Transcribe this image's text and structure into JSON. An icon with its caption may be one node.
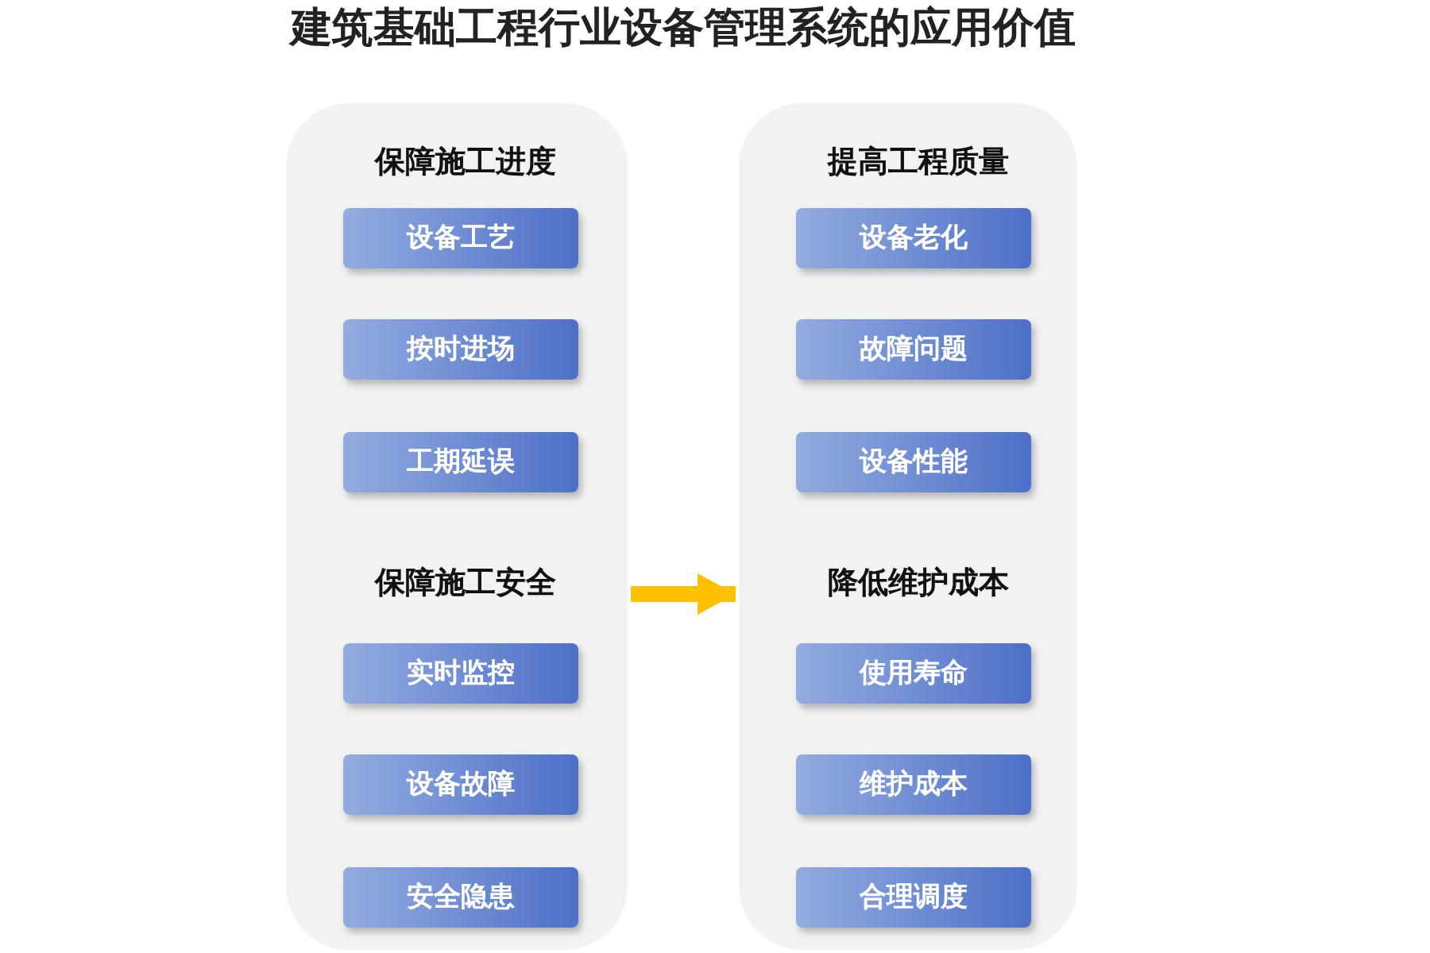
{
  "diagram": {
    "title": "建筑基础工程行业设备管理系统的应用价值",
    "nodes": [
      {
        "text": [],
        "shape": "box"
      },
      {
        "text": [
          "设备工艺"
        ],
        "in": 0
      },
      {
        "text": [
          "按时进场"
        ],
        "in": 0
      },
      {
        "text": [
          "工期延误"
        ],
        "in": 0
      },
      {
        "text": [
          "实时监控"
        ],
        "in": 0
      },
      {
        "text": [
          "设备故障"
        ],
        "in": 0
      },
      {
        "text": [
          "安全隐患"
        ],
        "in": 0
      },
      {
        "text": [],
        "shape": "box"
      },
      {
        "text": [
          "设备老化"
        ],
        "in": 7
      },
      {
        "text": [
          "故障问题"
        ],
        "in": 7
      },
      {
        "text": [
          "设备性能"
        ],
        "in": 7
      },
      {
        "text": [
          "使用寿命"
        ],
        "in": 7
      },
      {
        "text": [
          "维护成本"
        ],
        "in": 7
      },
      {
        "text": [
          "合理调度"
        ],
        "in": 7
      }
    ],
    "edges": [
      {
        "from": 0,
        "to": 7,
        "arrow": "to",
        "color": "#ffc000"
      }
    ],
    "labels": [
      "保障施工进度",
      "提高工程质量",
      "保障施工安全",
      "降低维护成本"
    ]
  }
}
